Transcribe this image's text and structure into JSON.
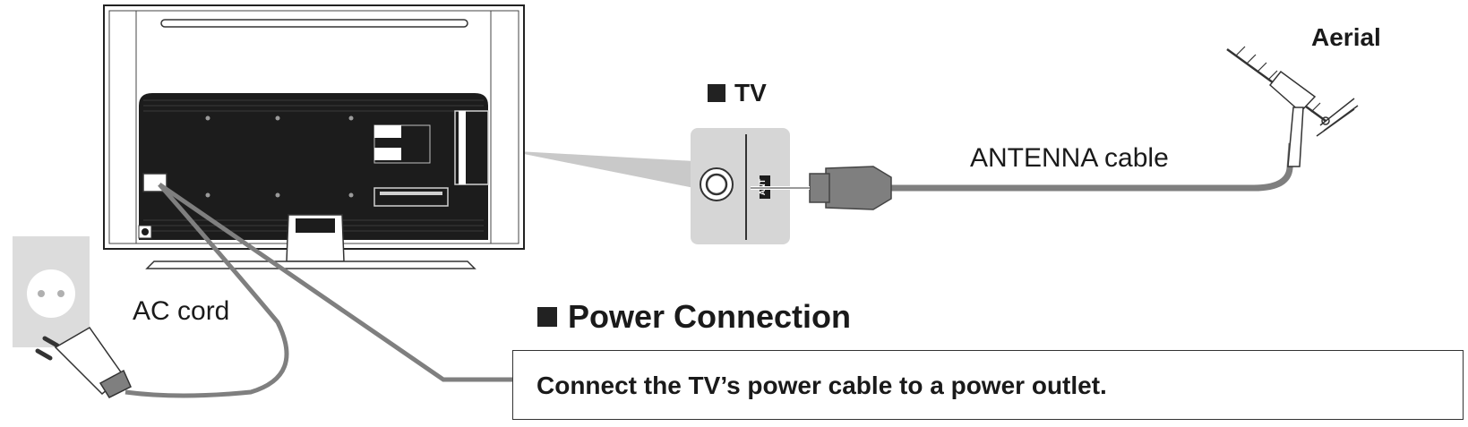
{
  "labels": {
    "aerial": "Aerial",
    "tv": "TV",
    "antenna_cable": "ANTENNA cable",
    "ac_cord": "AC cord",
    "terminal_marking": "ANT"
  },
  "power_connection": {
    "heading": "Power Connection",
    "instruction": "Connect the TV’s power cable to a power outlet."
  },
  "icons": {
    "tv_rear": "tv-rear-panel-icon",
    "antenna_terminal": "antenna-terminal-icon",
    "aerial": "aerial-antenna-icon",
    "outlet": "wall-outlet-icon",
    "plug": "power-plug-icon"
  },
  "colors": {
    "tv_body": "#1c1c1c",
    "cable": "#7f7f7f",
    "panel": "#d6d6d6",
    "callout": "#c9c9c9",
    "outlet": "#dcdcdc"
  }
}
